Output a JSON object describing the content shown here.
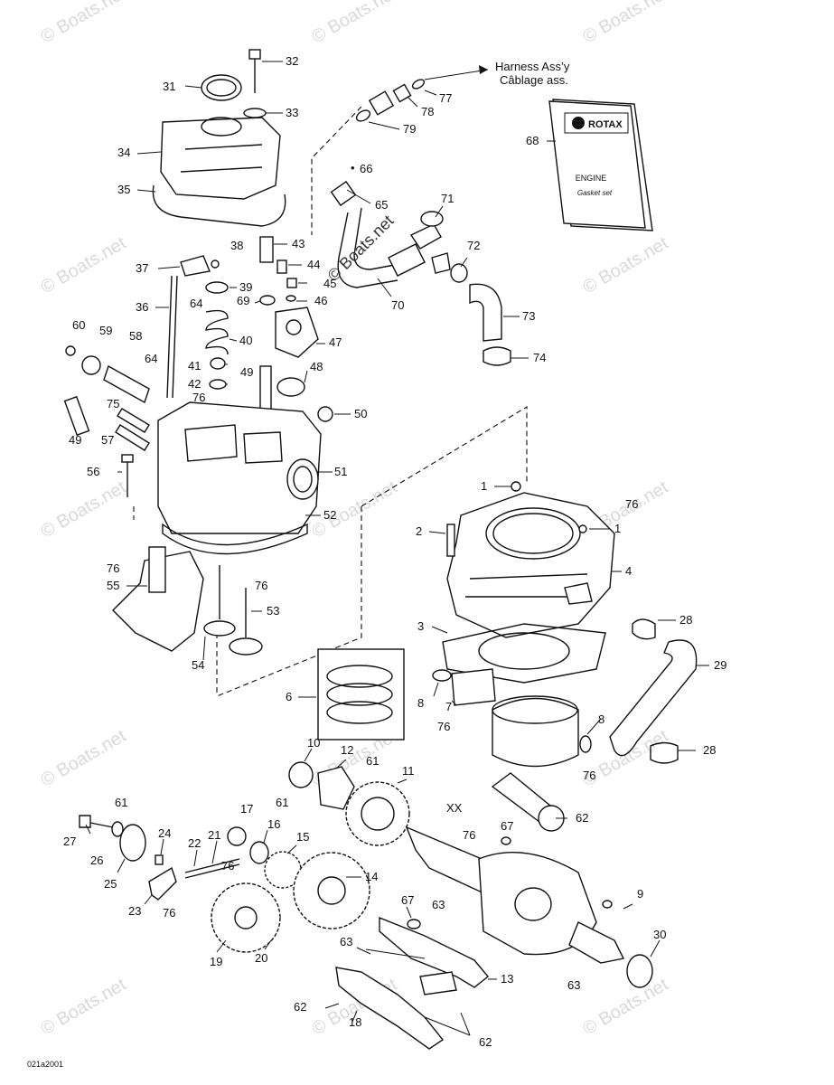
{
  "harness": {
    "line1": "Harness Ass’y",
    "line2": "Câblage ass."
  },
  "manual": {
    "brand": "ROTAX",
    "title": "ENGINE",
    "subtitle": "Gasket set"
  },
  "watermark": "© Boats.net",
  "center_watermark": "© Boats.net",
  "footer_code": "021a2001",
  "callouts": {
    "c32": "32",
    "c31": "31",
    "c33": "33",
    "c34": "34",
    "c35": "35",
    "c79": "79",
    "c78": "78",
    "c77": "77",
    "c68": "68",
    "c66": "66",
    "c65": "65",
    "c71": "71",
    "c72": "72",
    "c73": "73",
    "c74": "74",
    "c70": "70",
    "c38": "38",
    "c37": "37",
    "c43": "43",
    "c44": "44",
    "c45": "45",
    "c46": "46",
    "c39": "39",
    "c36": "36",
    "c64a": "64",
    "c69": "69",
    "c47": "47",
    "c60": "60",
    "c59": "59",
    "c58": "58",
    "c64b": "64",
    "c40": "40",
    "c41": "41",
    "c42": "42",
    "c49a": "49",
    "c48": "48",
    "c75": "75",
    "c76a": "76",
    "c50": "50",
    "c49b": "49",
    "c57": "57",
    "c51": "51",
    "c56": "56",
    "c52": "52",
    "c1a": "1",
    "c76b": "76",
    "c1b": "1",
    "c2": "2",
    "c4": "4",
    "c76c": "76",
    "c55": "55",
    "c76d": "76",
    "c53": "53",
    "c28a": "28",
    "c3": "3",
    "c29": "29",
    "c54": "54",
    "c6": "6",
    "c8a": "8",
    "c7": "7",
    "c76e": "76",
    "c8b": "8",
    "c28b": "28",
    "c76f": "76",
    "c10": "10",
    "c12": "12",
    "c61a": "61",
    "c11": "11",
    "c61b": "61",
    "c17": "17",
    "c61c": "61",
    "cXX": "XX",
    "c62a": "62",
    "c27": "27",
    "c24": "24",
    "c16": "16",
    "c15": "15",
    "c67a": "67",
    "c76g": "76",
    "c26": "26",
    "c22": "22",
    "c21": "21",
    "c25": "25",
    "c76h": "76",
    "c14": "14",
    "c23": "23",
    "c76i": "76",
    "c67b": "67",
    "c63a": "63",
    "c9": "9",
    "c30": "30",
    "c19": "19",
    "c20": "20",
    "c63b": "63",
    "c13": "13",
    "c63c": "63",
    "c62b": "62",
    "c18": "18",
    "c62c": "62"
  }
}
